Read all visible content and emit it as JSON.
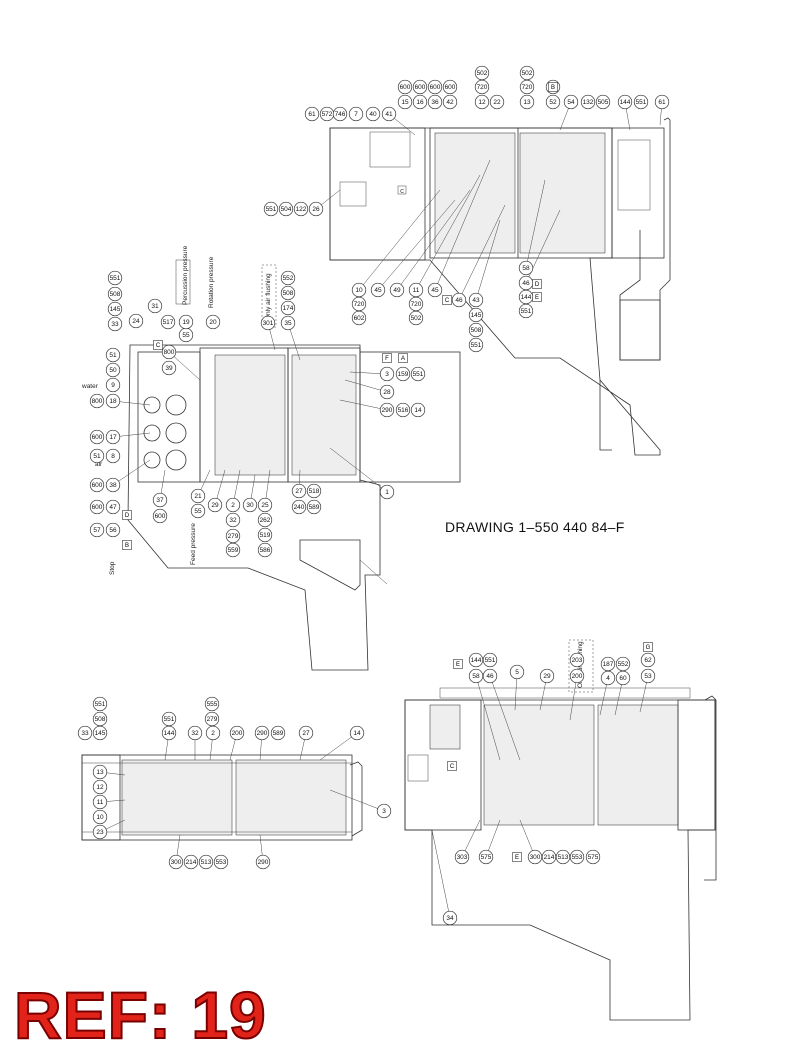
{
  "drawing_number": "DRAWING 1–550 440 84–F",
  "ref_label": "REF: 19",
  "annotations": {
    "water": "water",
    "air": "air",
    "stop": "Stop",
    "feed_pressure": "Feed pressure",
    "percussion_pressure": "Percussion pressure",
    "rotation_pressure": "Rotation pressure",
    "only_air_flushing_1": "Only air flushing",
    "only_air_flushing_2": "Only air flushing"
  },
  "balloons": {
    "view_top_right": [
      "502",
      "502",
      "720",
      "720",
      "600",
      "600",
      "600",
      "600",
      "15",
      "16",
      "36",
      "42",
      "12",
      "22",
      "13",
      "52",
      "54",
      "132",
      "505",
      "144",
      "551",
      "61",
      "61",
      "572",
      "746",
      "7",
      "40",
      "41",
      "551",
      "504",
      "122",
      "26",
      "10",
      "720",
      "602",
      "45",
      "49",
      "11",
      "720",
      "502",
      "45",
      "46",
      "43",
      "145",
      "508",
      "551",
      "58",
      "46",
      "144",
      "551",
      "62"
    ],
    "view_left": [
      "551",
      "508",
      "145",
      "33",
      "24",
      "31",
      "517",
      "55",
      "19",
      "20",
      "552",
      "508",
      "174",
      "35",
      "301",
      "800",
      "39",
      "51",
      "50",
      "9",
      "800",
      "18",
      "600",
      "17",
      "51",
      "8",
      "600",
      "38",
      "600",
      "47",
      "57",
      "56",
      "37",
      "600",
      "21",
      "55",
      "29",
      "2",
      "32",
      "279",
      "559",
      "30",
      "25",
      "262",
      "519",
      "586",
      "27",
      "518",
      "240",
      "589",
      "3",
      "159",
      "551",
      "28",
      "290",
      "516",
      "14",
      "1"
    ],
    "view_bottom_left": [
      "551",
      "508",
      "555",
      "279",
      "33",
      "145",
      "551",
      "144",
      "32",
      "2",
      "200",
      "290",
      "589",
      "27",
      "14",
      "13",
      "12",
      "11",
      "10",
      "23",
      "3",
      "300",
      "214",
      "513",
      "553",
      "290"
    ],
    "view_bottom_right": [
      "144",
      "551",
      "5",
      "29",
      "203",
      "200",
      "187",
      "552",
      "62",
      "58",
      "46",
      "4",
      "60",
      "53",
      "303",
      "575",
      "300",
      "214",
      "513",
      "553",
      "575",
      "34"
    ]
  },
  "box_letters": {
    "top_right": [
      "B",
      "C",
      "D",
      "E"
    ],
    "left": [
      "F",
      "A",
      "D",
      "B",
      "C"
    ],
    "bottom_right": [
      "E",
      "G",
      "E",
      "C"
    ]
  }
}
